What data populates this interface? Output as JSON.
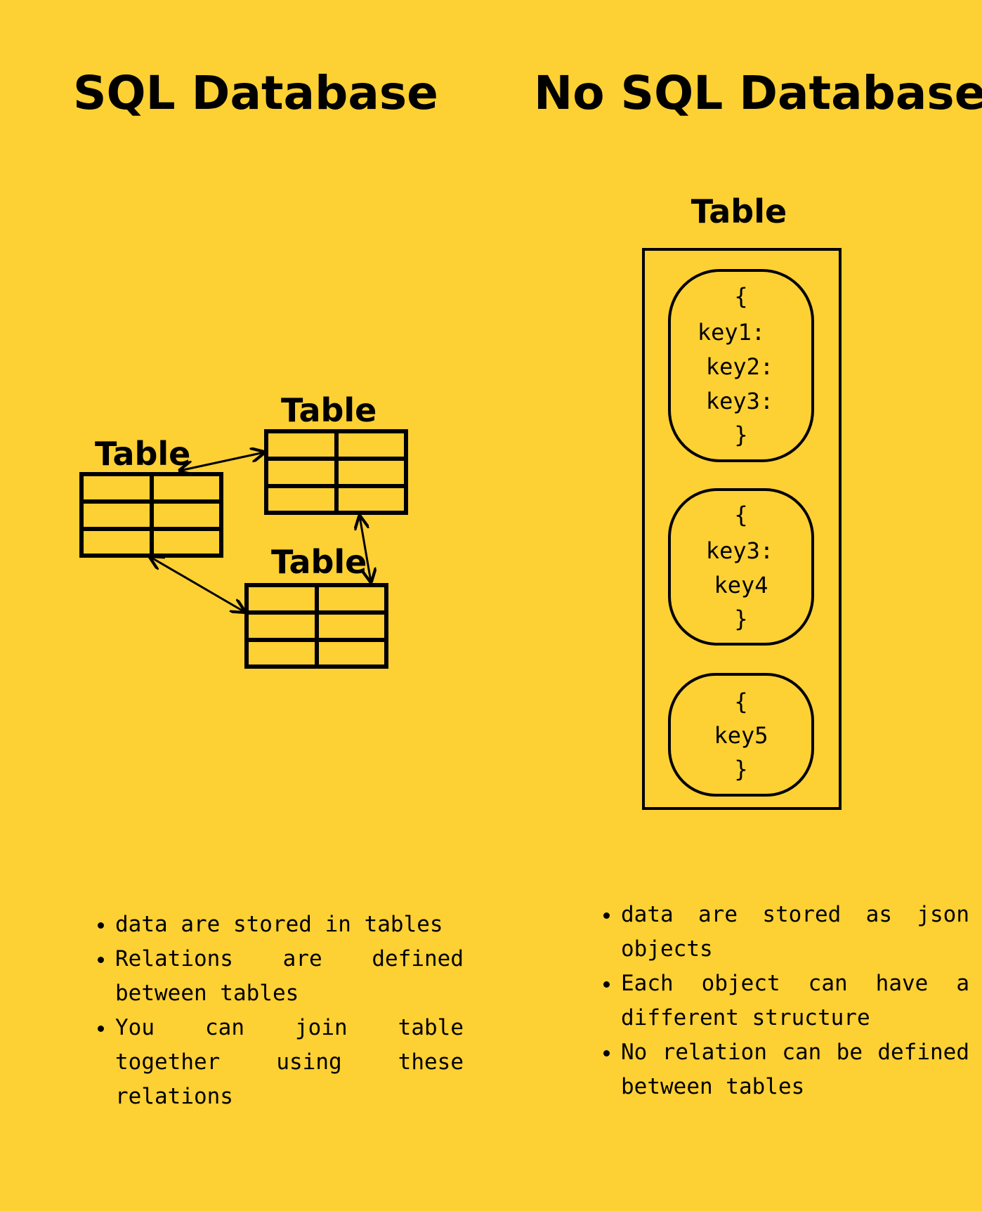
{
  "sql": {
    "heading": "SQL Database",
    "table_labels": [
      "Table",
      "Table",
      "Table"
    ],
    "bullets": [
      "data are stored in tables",
      "Relations are defined between tables",
      "You can join table together using these relations"
    ]
  },
  "nosql": {
    "heading": "No SQL Database",
    "table_label": "Table",
    "objects": [
      {
        "open": "{",
        "keys": [
          "key1:",
          "key2:",
          "key3:"
        ],
        "close": "}"
      },
      {
        "open": "{",
        "keys": [
          "key3:",
          "key4"
        ],
        "close": "}"
      },
      {
        "open": "{",
        "keys": [
          "key5"
        ],
        "close": "}"
      }
    ],
    "bullets": [
      "data are stored as json objects",
      "Each object can have a different structure",
      "No relation can be defined between tables"
    ]
  },
  "colors": {
    "background": "#FDD034",
    "ink": "#000000"
  }
}
